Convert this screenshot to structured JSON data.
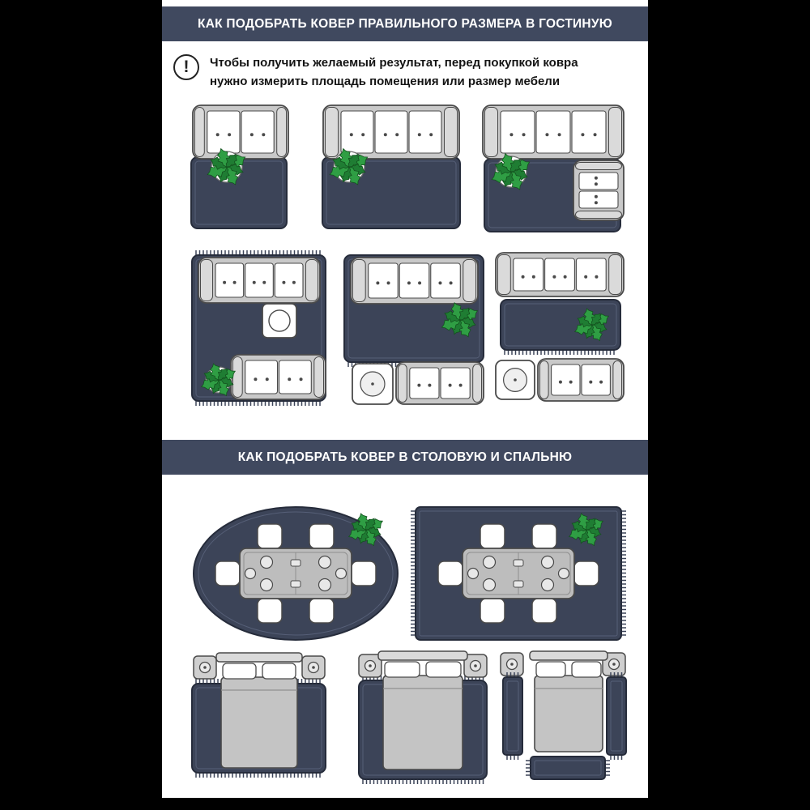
{
  "colors": {
    "header_bg": "#40495f",
    "rug_fill": "#3c4458",
    "rug_border": "#262c3b",
    "rug_inner_line": "#5d6680",
    "furniture_gray": "#c9c9c9",
    "furniture_gray_light": "#dadada",
    "outline": "#4a4a4a",
    "plant_green": "#2f9e44",
    "plant_green_dark": "#1f7d33",
    "plant_stroke": "#14521f",
    "blanket_gray": "#c4c4c4"
  },
  "section_living": {
    "title": "КАК ПОДОБРАТЬ КОВЕР ПРАВИЛЬНОГО РАЗМЕРА В ГОСТИНУЮ",
    "note_icon": "!",
    "note_lines": [
      "Чтобы получить желаемый результат, перед покупкой ковра",
      "нужно измерить площадь помещения или размер мебели"
    ]
  },
  "section_dining": {
    "title": "КАК ПОДОБРАТЬ КОВЕР В СТОЛОВУЮ И СПАЛЬНЮ"
  }
}
